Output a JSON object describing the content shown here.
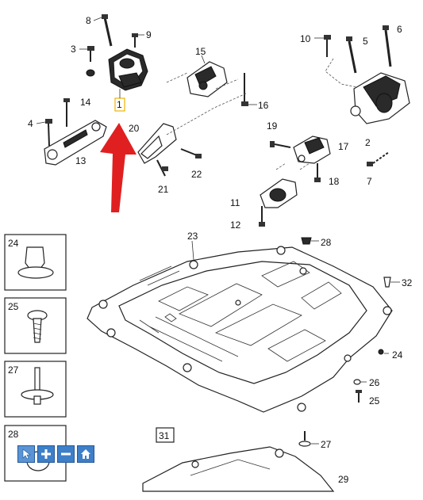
{
  "labels": {
    "l1": "1",
    "l2": "2",
    "l3": "3",
    "l4": "4",
    "l5": "5",
    "l6": "6",
    "l7": "7",
    "l8": "8",
    "l9": "9",
    "l10": "10",
    "l11": "11",
    "l12": "12",
    "l13": "13",
    "l14": "14",
    "l15": "15",
    "l16": "16",
    "l17": "17",
    "l18": "18",
    "l19": "19",
    "l20": "20",
    "l21": "21",
    "l22": "22",
    "l23": "23",
    "l24a": "24",
    "l24b": "24",
    "l25a": "25",
    "l25b": "25",
    "l26": "26",
    "l27a": "27",
    "l27b": "27",
    "l28a": "28",
    "l28b": "28",
    "l29": "29",
    "l31": "31",
    "l32": "32"
  },
  "toolbar": {
    "buttons": [
      "pointer-icon",
      "zoom-in-icon",
      "zoom-out-icon",
      "home-icon"
    ]
  },
  "colors": {
    "highlight_arrow": "#e02020",
    "toolbar_blue": "#3d7fc8",
    "label_highlight": "#f0b400"
  }
}
